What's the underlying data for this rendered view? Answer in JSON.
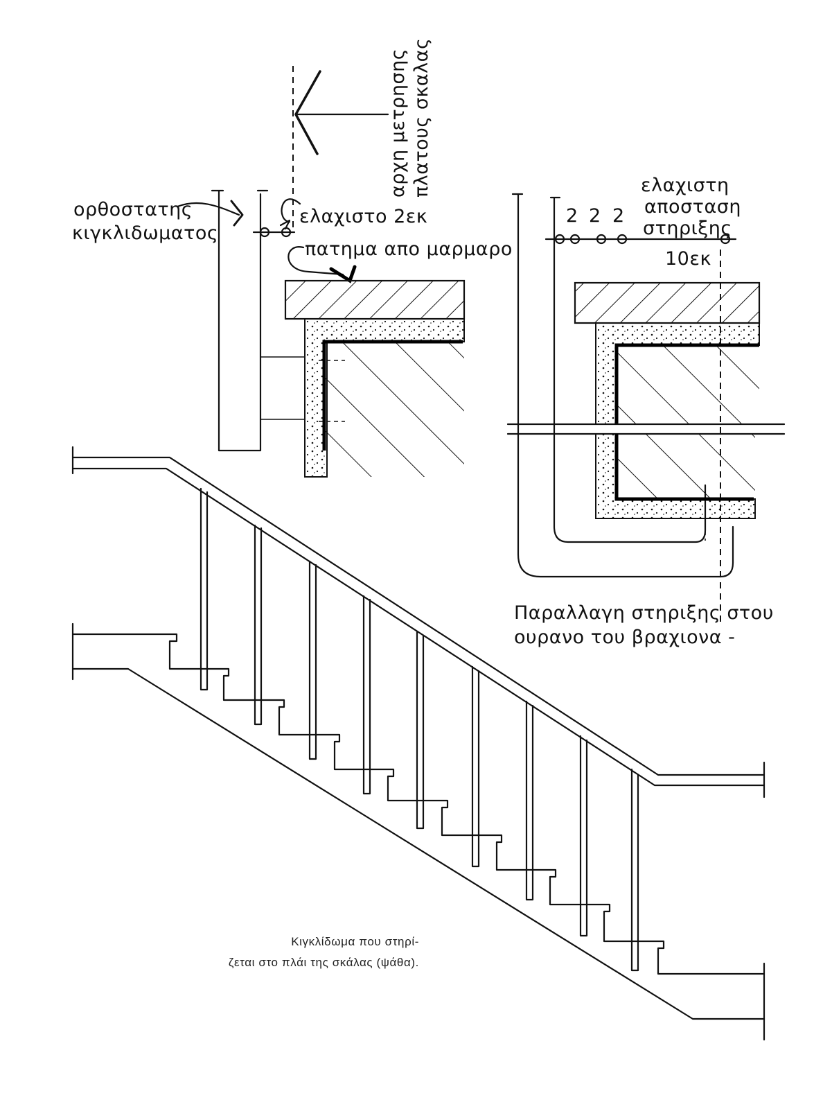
{
  "labels": {
    "measure_origin_line1": "αρχη μετρησης",
    "measure_origin_line2": "πλατους σκαλας",
    "post_line1": "ορθοστατης",
    "post_line2": "κιγκλιδωματος",
    "min_2cm": "ελαχιστο 2εκ",
    "marble_tread": "πατημα απο μαρμαρο",
    "min_support_line1": "ελαχιστη",
    "min_support_line2": "αποσταση",
    "min_support_line3": "στηριξης",
    "min_support_value": "10εκ",
    "dim_a": "2",
    "dim_b": "2",
    "dim_c": "2",
    "variation_line1": "Παραλλαγη στηριξης στου",
    "variation_line2": "ουρανο του βραχιονα -"
  },
  "caption": {
    "line1": "Κιγκλίδωμα που στηρί-",
    "line2": "ζεται στο πλάι της σκάλας (ψάθα)."
  },
  "colors": {
    "ink": "#111111",
    "paper": "#ffffff"
  }
}
